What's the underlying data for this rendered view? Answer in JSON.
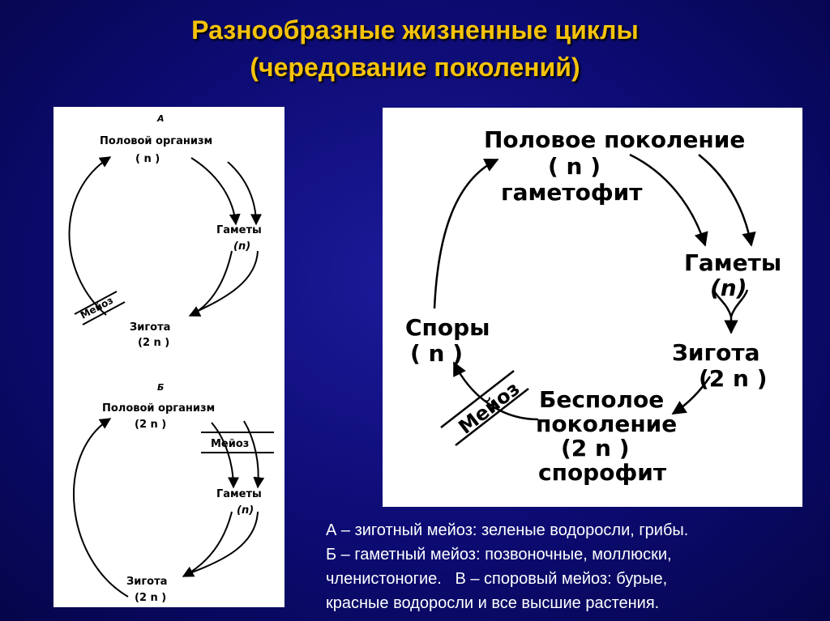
{
  "title": {
    "line1": "Разнообразные жизненные циклы",
    "line2": "(чередование поколений)"
  },
  "diagram_a": {
    "letter": "А",
    "organism": "Половой организм",
    "organism_ploidy": "( n )",
    "gametes": "Гаметы",
    "gametes_ploidy": "(n)",
    "zygote": "Зигота",
    "zygote_ploidy": "(2 n )",
    "meiosis": "Мейоз"
  },
  "diagram_b": {
    "letter": "Б",
    "organism": "Половой организм",
    "organism_ploidy": "(2 n )",
    "meiosis": "Мейоз",
    "gametes": "Гаметы",
    "gametes_ploidy": "(n)",
    "zygote": "Зигота",
    "zygote_ploidy": "(2 n )"
  },
  "diagram_c": {
    "sexual_generation": "Половое поколение",
    "sexual_ploidy": "( n )",
    "gametophyte": "гаметофит",
    "gametes": "Гаметы",
    "gametes_ploidy": "(n)",
    "zygote": "Зигота",
    "zygote_ploidy": "(2 n )",
    "asexual_line1": "Бесполое",
    "asexual_line2": "поколение",
    "asexual_ploidy": "(2 n )",
    "sporophyte": "спорофит",
    "spores": "Споры",
    "spores_ploidy": "( n )",
    "meiosis": "Мейоз"
  },
  "caption": {
    "line1": "А – зиготный мейоз: зеленые водоросли, грибы.",
    "line2": "Б – гаметный мейоз: позвоночные, моллюски,",
    "line3": "членистоногие.   В – споровый мейоз: бурые,",
    "line4": "красные водоросли и все высшие растения."
  },
  "colors": {
    "title": "#f5c20a",
    "background": "#0c0b72",
    "panel": "#ffffff",
    "caption": "#ffffff"
  }
}
